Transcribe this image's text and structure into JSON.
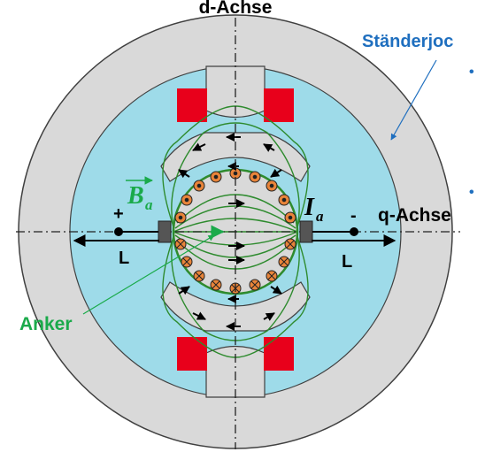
{
  "labels": {
    "d_axis": "d-Achse",
    "q_axis": "q-Achse",
    "stator_yoke": "Ständerjoc",
    "armature": "Anker",
    "field_symbol": "B",
    "field_subscript": "a",
    "current_symbol": "I",
    "current_subscript": "a",
    "plus": "+",
    "minus": "-",
    "inductance_left": "L",
    "inductance_right": "L",
    "bullet_1": "•",
    "bullet_2": "•"
  },
  "colors": {
    "yoke": "#d9d9d9",
    "pole": "#9edbe9",
    "winding": "#e8001b",
    "field_line": "#2e8b2e",
    "copper": "#e8843a",
    "annotation_blue": "#1f6fbf",
    "annotation_green": "#1aaa4a",
    "outline": "#404040",
    "brush": "#555555"
  },
  "icons": {
    "conductor_out": "dot-in-circle",
    "conductor_in": "cross-in-circle"
  }
}
